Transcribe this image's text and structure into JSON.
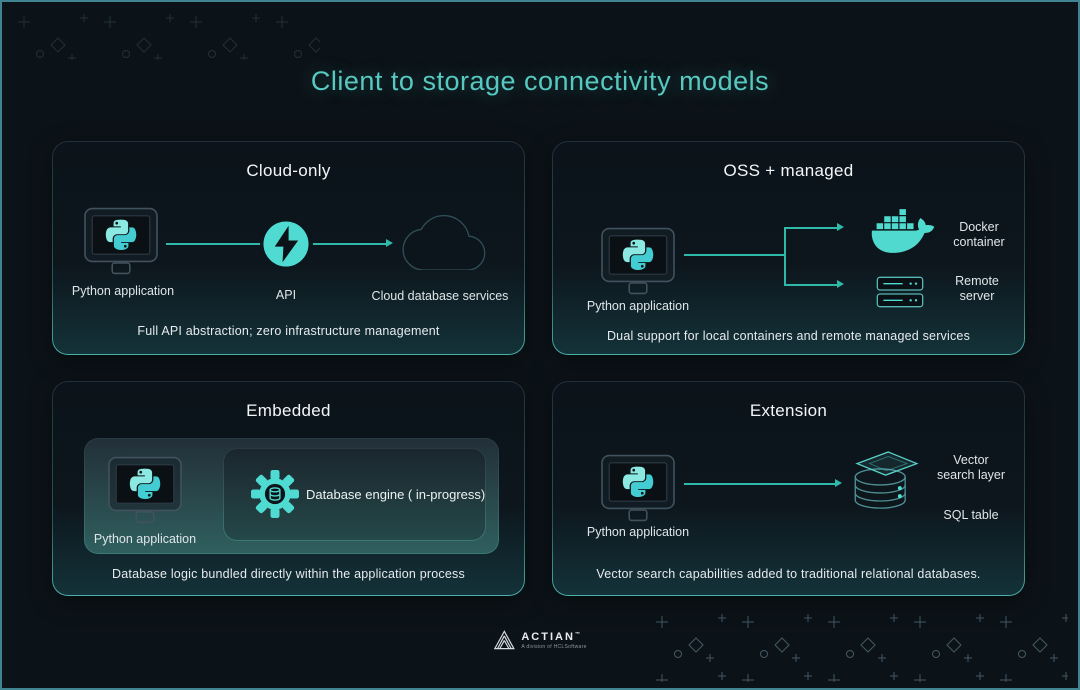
{
  "title": "Client to storage connectivity models",
  "panels": {
    "cloud_only": {
      "title": "Cloud-only",
      "python_label": "Python application",
      "api_label": "API",
      "cloud_label": "Cloud database services",
      "caption": "Full API abstraction; zero infrastructure management"
    },
    "oss_managed": {
      "title": "OSS + managed",
      "python_label": "Python application",
      "docker_label": "Docker\ncontainer",
      "server_label": "Remote\nserver",
      "caption": "Dual support for local containers and remote managed services"
    },
    "embedded": {
      "title": "Embedded",
      "python_label": "Python application",
      "engine_label": "Database engine ( in-progress)",
      "caption": "Database logic bundled directly within the application process"
    },
    "extension": {
      "title": "Extension",
      "python_label": "Python application",
      "vector_label": "Vector\nsearch layer",
      "sql_label": "SQL table",
      "caption": "Vector search capabilities added to traditional relational databases."
    }
  },
  "footer": {
    "brand": "ACTIAN",
    "trademark": "™",
    "tagline": "A division of HCLSoftware"
  },
  "colors": {
    "background": "#0C1318",
    "frame_border": "#3F8490",
    "title_teal": "#57C9C1",
    "accent_teal": "#4FDBD2",
    "arrow_teal": "#2FB9A9",
    "text_light": "#E9EDEF"
  }
}
